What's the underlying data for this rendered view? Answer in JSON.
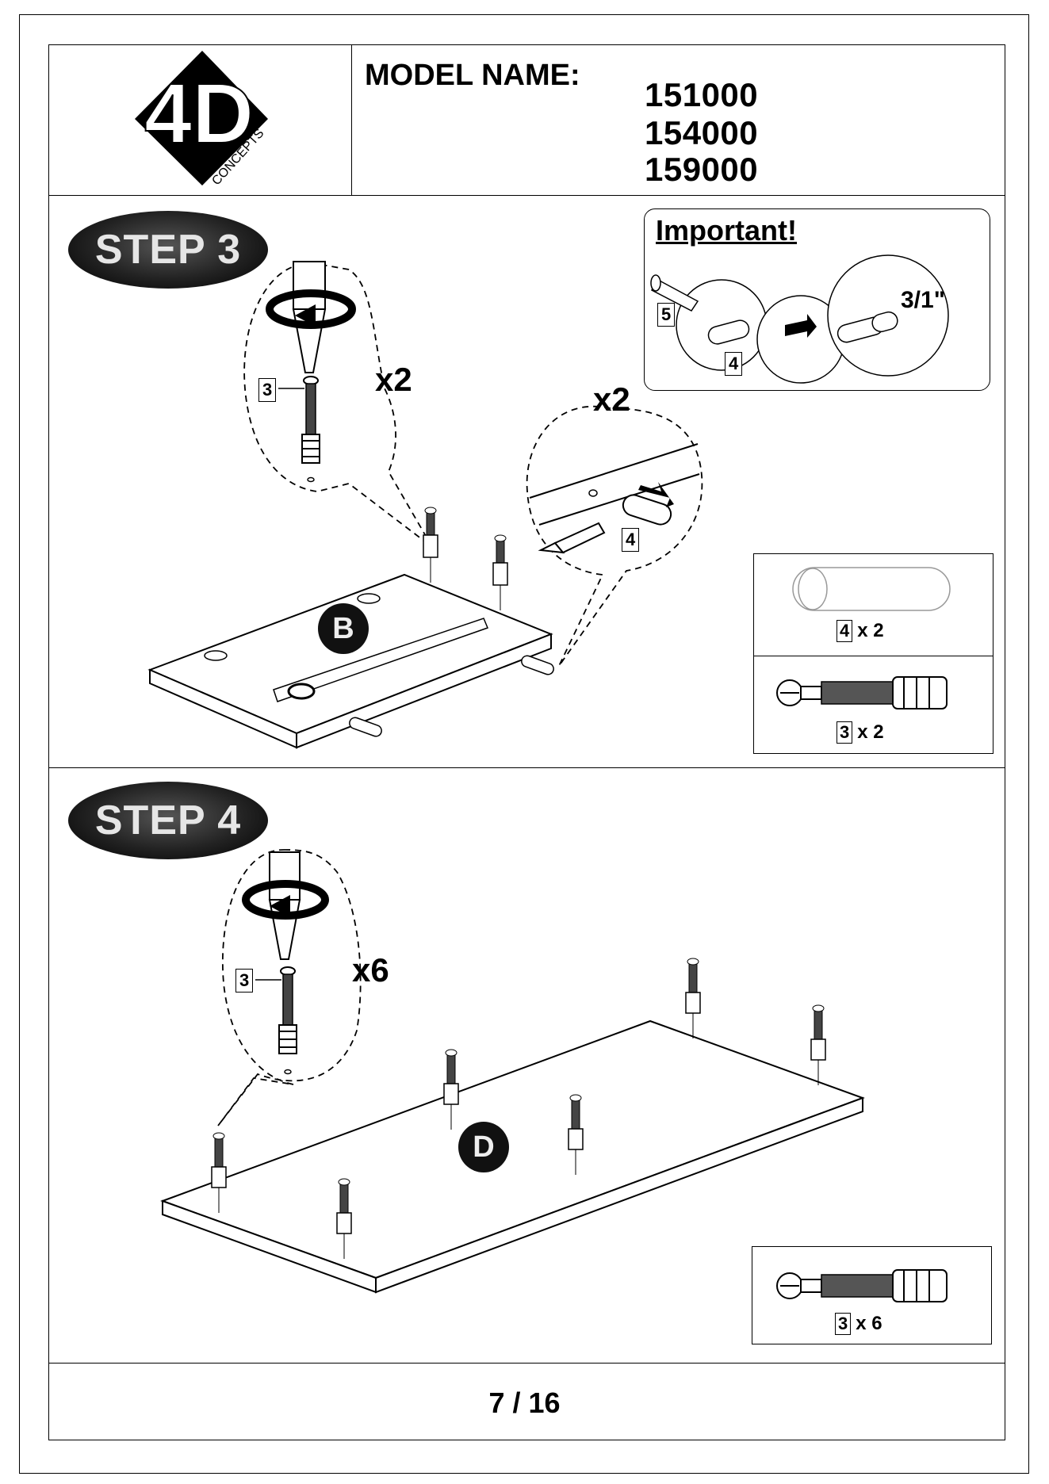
{
  "header": {
    "logo_text": "4D",
    "logo_sub": "CONCEPTS",
    "model_label": "MODEL NAME:",
    "model_numbers": [
      "151000",
      "154000",
      "159000"
    ]
  },
  "step3": {
    "label": "STEP 3",
    "screw_multiplier": "x2",
    "dowel_multiplier": "x2",
    "panel_label": "B",
    "screw_tag": "3",
    "dowel_tag": "4",
    "important": {
      "title": "Important!",
      "glue_tag": "5",
      "dowel_tag": "4",
      "depth_note": "3/1\""
    },
    "parts": [
      {
        "tag": "4",
        "qty": "x 2",
        "icon": "dowel-icon"
      },
      {
        "tag": "3",
        "qty": "x 2",
        "icon": "cam-bolt-icon"
      }
    ]
  },
  "step4": {
    "label": "STEP 4",
    "screw_multiplier": "x6",
    "panel_label": "D",
    "screw_tag": "3",
    "parts": [
      {
        "tag": "3",
        "qty": "x 6",
        "icon": "cam-bolt-icon"
      }
    ]
  },
  "footer": {
    "page": "7 / 16"
  }
}
